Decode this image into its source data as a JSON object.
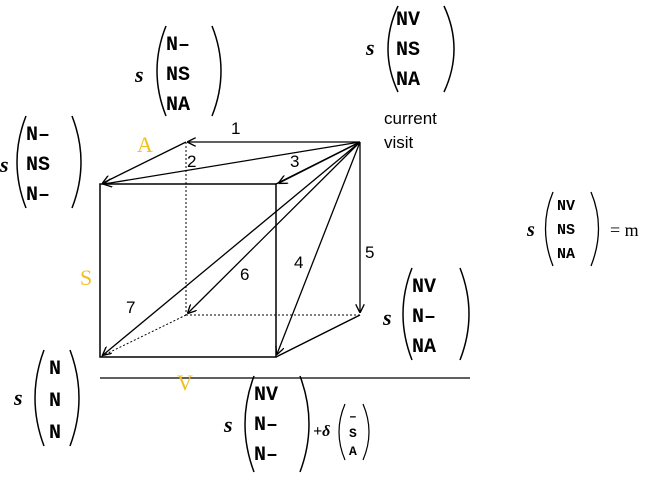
{
  "colors": {
    "axis_label": "#f0c020",
    "ink": "#000000",
    "dotted": "#000000"
  },
  "axes": {
    "a": "A",
    "s": "S",
    "v": "V"
  },
  "edge_numbers": [
    "1",
    "2",
    "3",
    "4",
    "5",
    "6",
    "7"
  ],
  "current_visit": {
    "line1": "current",
    "line2": "visit"
  },
  "vectors": {
    "top_right": {
      "prefix": "s",
      "rows": [
        "NV",
        "NS",
        "NA"
      ]
    },
    "top_mid": {
      "prefix": "s",
      "rows": [
        "N–",
        "NS",
        "NA"
      ]
    },
    "left_upper": {
      "prefix": "s",
      "rows": [
        "N–",
        "NS",
        "N–"
      ]
    },
    "right_mid": {
      "prefix": "s",
      "rows": [
        "NV",
        "N–",
        "NA"
      ]
    },
    "bottom_left": {
      "prefix": "s",
      "rows": [
        "N",
        "N",
        "N"
      ]
    },
    "bottom_mid": {
      "prefix": "s",
      "rows": [
        "NV",
        "N–",
        "N–"
      ]
    },
    "bottom_delta": {
      "prefix": "+δ",
      "rows": [
        "–",
        "S",
        "A"
      ]
    },
    "equation": {
      "prefix": "s",
      "rows": [
        "NV",
        "NS",
        "NA"
      ],
      "rhs": "= m"
    }
  }
}
